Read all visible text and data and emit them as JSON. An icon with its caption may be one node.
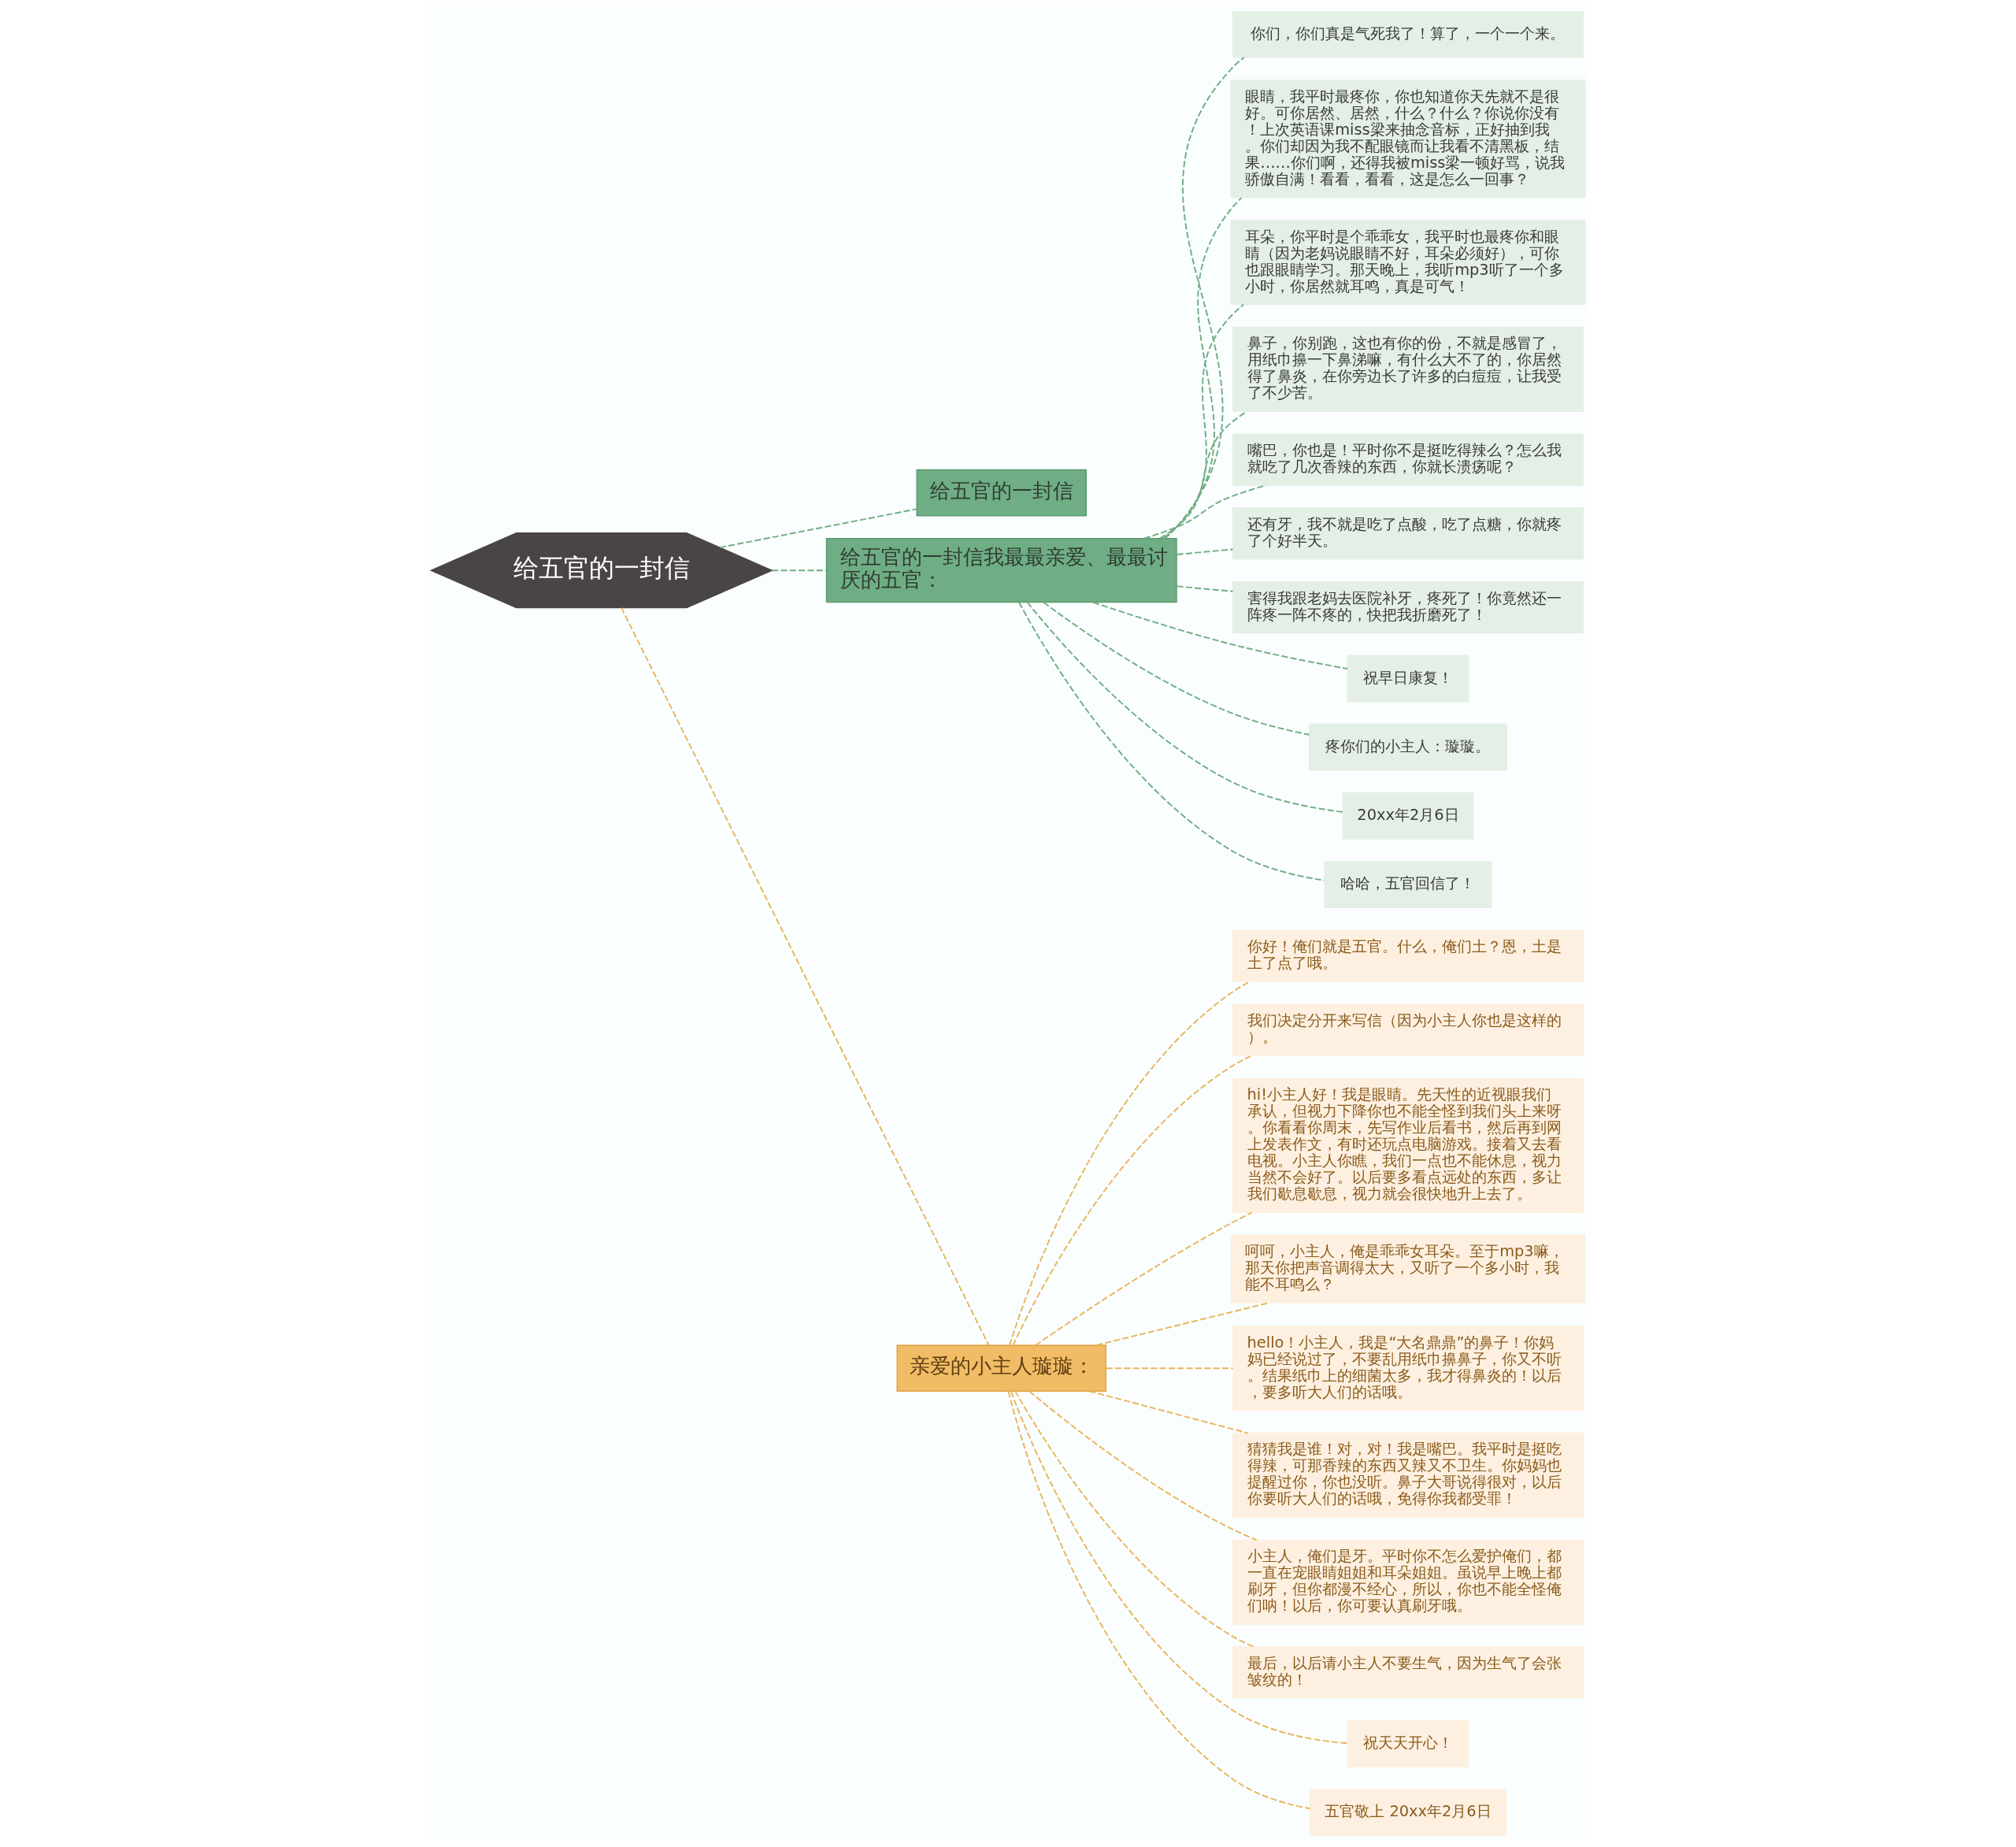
{
  "diagram": {
    "nodes": [
      {
        "text": [
          "给五官的一封信"
        ]
      },
      {
        "text": [
          "给五官的一封信"
        ]
      },
      {
        "text": [
          "给五官的一封信我最最亲爱、最最讨厌的五官："
        ]
      },
      {
        "text": [
          "你们，你们真是气死我了！算了，一个一个来。"
        ]
      },
      {
        "text": [
          "眼睛，我平时最疼你，你也知道你天先就不是很好。可你居然、居然，什么？什么？你说你没有！上次英语课miss梁来抽念音标，正好抽到我。你们却因为我不配眼镜而让我看不清黑板，结果……你们啊，还得我被miss梁一顿好骂，说我骄傲自满！看看，看看，这是怎么一回事？"
        ]
      },
      {
        "text": [
          "耳朵，你平时是个乖乖女，我平时也最疼你和眼睛（因为老妈说眼睛不好，耳朵必须好），可你也跟眼睛学习。那天晚上，我听mp3听了一个多小时，你居然就耳鸣，真是可气！"
        ]
      },
      {
        "text": [
          "鼻子，你别跑，这也有你的份，不就是感冒了，用纸巾擤一下鼻涕嘛，有什么大不了的，你居然得了鼻炎，在你旁边长了许多的白痘痘，让我受了不少苦。"
        ]
      },
      {
        "text": [
          "嘴巴，你也是！平时你不是挺吃得辣么？怎么我就吃了几次香辣的东西，你就长溃疡呢？"
        ]
      },
      {
        "text": [
          "还有牙，我不就是吃了点酸，吃了点糖，你就疼了个好半天。"
        ]
      },
      {
        "text": [
          "害得我跟老妈去医院补牙，疼死了！你竟然还一阵疼一阵不疼的，快把我折磨死了！"
        ]
      },
      {
        "text": [
          "祝早日康复！"
        ]
      },
      {
        "text": [
          "疼你们的小主人：璇璇。"
        ]
      },
      {
        "text": [
          "20xx年2月6日"
        ]
      },
      {
        "text": [
          "哈哈，五官回信了！"
        ]
      },
      {
        "text": [
          "亲爱的小主人璇璇："
        ]
      },
      {
        "text": [
          "你好！俺们就是五官。什么，俺们土？恩，土是土了点了哦。"
        ]
      },
      {
        "text": [
          "我们决定分开来写信（因为小主人你也是这样的）。"
        ]
      },
      {
        "text": [
          "hi!小主人好！我是眼睛。先天性的近视眼我们承认，但视力下降你也不能全怪到我们头上来呀。你看看你周末，先写作业后看书，然后再到网上发表作文，有时还玩点电脑游戏。接着又去看电视。小主人你瞧，我们一点也不能休息，视力当然不会好了。以后要多看点远处的东西，多让我们歇息歇息，视力就会很快地升上去了。"
        ]
      },
      {
        "text": [
          "呵呵，小主人，俺是乖乖女耳朵。至于mp3嘛，那天你把声音调得太大，又听了一个多小时，我能不耳鸣么？"
        ]
      },
      {
        "text": [
          "hello！小主人，我是“大名鼎鼎”的鼻子！你妈妈已经说过了，不要乱用纸巾擤鼻子，你又不听。结果纸巾上的细菌太多，我才得鼻炎的！以后，要多听大人们的话哦。"
        ]
      },
      {
        "text": [
          "猜猜我是谁！对，对！我是嘴巴。我平时是挺吃得辣，可那香辣的东西又辣又不卫生。你妈妈也提醒过你，你也没听。鼻子大哥说得很对，以后你要听大人们的话哦，免得你我都受罪！"
        ]
      },
      {
        "text": [
          "小主人，俺们是牙。平时你不怎么爱护俺们，都一直在宠眼睛姐姐和耳朵姐姐。虽说早上晚上都刷牙，但你都漫不经心，所以，你也不能全怪俺们呐！以后，你可要认真刷牙哦。"
        ]
      },
      {
        "text": [
          "最后，以后请小主人不要生气，因为生气了会张皱纹的！"
        ]
      },
      {
        "text": [
          "祝天天开心！"
        ]
      },
      {
        "text": [
          "五官敬上 20xx年2月6日"
        ]
      }
    ],
    "edges": [
      {
        "from": 1,
        "to": 0,
        "arrow": "none",
        "style": "dashed"
      },
      {
        "from": 1,
        "to": 2,
        "arrow": "none",
        "style": "dashed"
      },
      {
        "from": 2,
        "to": 3,
        "arrow": "none",
        "style": "dashed"
      },
      {
        "from": 2,
        "to": 4,
        "arrow": "none",
        "style": "dashed"
      },
      {
        "from": 2,
        "to": 5,
        "arrow": "none",
        "style": "dashed"
      },
      {
        "from": 2,
        "to": 6,
        "arrow": "none",
        "style": "dashed"
      },
      {
        "from": 2,
        "to": 7,
        "arrow": "none",
        "style": "dashed"
      },
      {
        "from": 2,
        "to": 8,
        "arrow": "none",
        "style": "dashed"
      },
      {
        "from": 2,
        "to": 9,
        "arrow": "none",
        "style": "dashed"
      },
      {
        "from": 2,
        "to": 10,
        "arrow": "none",
        "style": "dashed"
      },
      {
        "from": 2,
        "to": 11,
        "arrow": "none",
        "style": "dashed"
      },
      {
        "from": 2,
        "to": 12,
        "arrow": "none",
        "style": "dashed"
      },
      {
        "from": 2,
        "to": 13,
        "arrow": "none",
        "style": "dashed"
      },
      {
        "from": 1,
        "to": 14,
        "arrow": "none",
        "style": "dashed",
        "color": "#e9b55c"
      },
      {
        "from": 14,
        "to": 15,
        "arrow": "none",
        "style": "dashed",
        "color": "#e9b55c"
      },
      {
        "from": 14,
        "to": 16,
        "arrow": "none",
        "style": "dashed",
        "color": "#e9b55c"
      },
      {
        "from": 14,
        "to": 17,
        "arrow": "none",
        "style": "dashed",
        "color": "#e9b55c"
      },
      {
        "from": 14,
        "to": 18,
        "arrow": "none",
        "style": "dashed",
        "color": "#e9b55c"
      },
      {
        "from": 14,
        "to": 19,
        "arrow": "none",
        "style": "dashed",
        "color": "#e9b55c"
      },
      {
        "from": 14,
        "to": 20,
        "arrow": "none",
        "style": "dashed",
        "color": "#e9b55c"
      },
      {
        "from": 14,
        "to": 21,
        "arrow": "none",
        "style": "dashed",
        "color": "#e9b55c"
      },
      {
        "from": 14,
        "to": 22,
        "arrow": "none",
        "style": "dashed",
        "color": "#e9b55c"
      },
      {
        "from": 14,
        "to": 23,
        "arrow": "none",
        "style": "dashed",
        "color": "#e9b55c"
      },
      {
        "from": 14,
        "to": 24,
        "arrow": "none",
        "style": "dashed",
        "color": "#e9b55c"
      }
    ]
  }
}
